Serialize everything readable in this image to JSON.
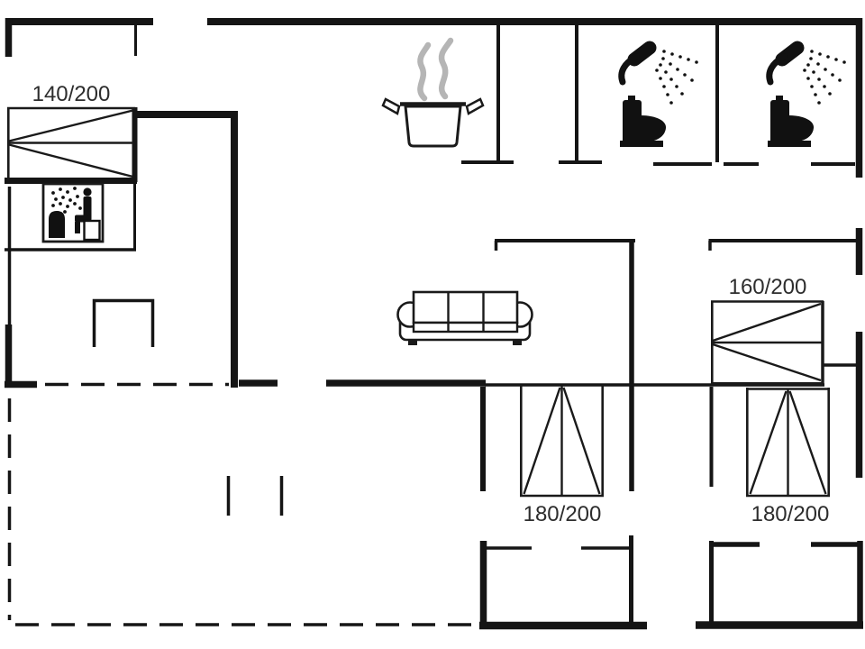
{
  "plan": {
    "type": "holiday-home floor plan",
    "beds": {
      "double_140": {
        "label": "140/200"
      },
      "double_160": {
        "label": "160/200"
      },
      "double_180_left": {
        "label": "180/200"
      },
      "double_180_right": {
        "label": "180/200"
      }
    },
    "icons": {
      "sauna": "sauna-icon",
      "cooking_pot": "cooking-pot-icon",
      "shower_left": "shower-icon",
      "toilet_left": "toilet-icon",
      "shower_right": "shower-icon",
      "toilet_right": "toilet-icon",
      "sofa": "sofa-icon"
    },
    "colors": {
      "wall": "#151515",
      "steam_gray": "#b5b5b5",
      "label_text": "#2d2d2d",
      "background": "#ffffff"
    }
  }
}
